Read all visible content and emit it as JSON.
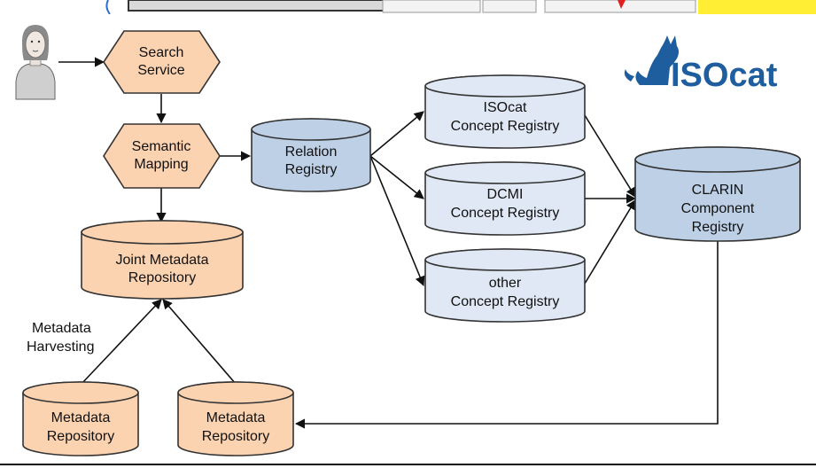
{
  "colors": {
    "orange_fill": "#fbd3b1",
    "blue_fill": "#bdd0e6",
    "light_blue_fill": "#dfe8f4",
    "stroke": "#333333",
    "logo_blue": "#1e5d9e",
    "top_highlight": "#ffee33"
  },
  "user": {
    "icon": "user-person-icon"
  },
  "search_service": {
    "line1": "Search",
    "line2": "Service"
  },
  "semantic_mapping": {
    "line1": "Semantic",
    "line2": "Mapping"
  },
  "relation_registry": {
    "line1": "Relation",
    "line2": "Registry"
  },
  "isocat_registry": {
    "line1": "ISOcat",
    "line2": "Concept Registry"
  },
  "dcmi_registry": {
    "line1": "DCMI",
    "line2": "Concept Registry"
  },
  "other_registry": {
    "line1": "other",
    "line2": "Concept Registry"
  },
  "clarin_registry": {
    "line1": "CLARIN",
    "line2": "Component",
    "line3": "Registry"
  },
  "joint_repository": {
    "line1": "Joint Metadata",
    "line2": "Repository"
  },
  "harvesting_label": {
    "line1": "Metadata",
    "line2": "Harvesting"
  },
  "repository_left": {
    "line1": "Metadata",
    "line2": "Repository"
  },
  "repository_right": {
    "line1": "Metadata",
    "line2": "Repository"
  },
  "logo": {
    "text": "ISOcat",
    "icon": "cat-icon"
  }
}
